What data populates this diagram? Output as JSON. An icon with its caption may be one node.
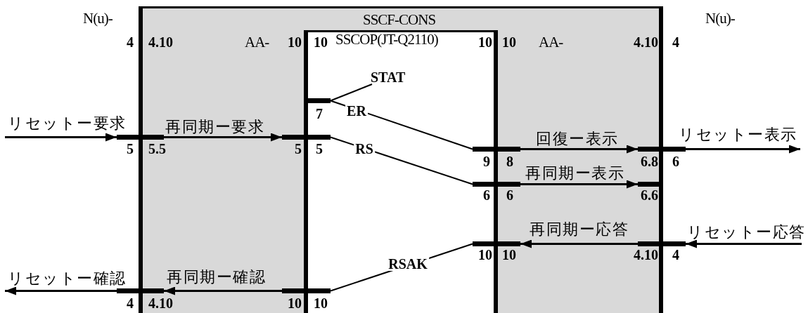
{
  "diagram": {
    "nodes": [
      {
        "text": [
          "SSCF-CONS"
        ]
      },
      {
        "text": [
          "SSCOP(JT-Q2110)"
        ],
        "in": 0
      },
      {
        "text": [
          "STAT"
        ],
        "in": 1
      },
      {
        "text": [],
        "shape": "bar",
        "in": 1
      },
      {
        "text": [],
        "shape": "bar"
      },
      {
        "text": [],
        "shape": "bar",
        "in": 0
      },
      {
        "text": [],
        "shape": "bar",
        "in": 0
      },
      {
        "text": [],
        "shape": "bar"
      },
      {
        "text": [],
        "shape": "bar",
        "in": 0
      },
      {
        "text": [],
        "shape": "bar",
        "in": 0
      },
      {
        "text": [],
        "shape": "bar",
        "in": 0
      },
      {
        "text": [],
        "shape": "bar"
      },
      {
        "text": [],
        "shape": "bar"
      },
      {
        "text": [],
        "shape": "bar",
        "in": 0
      }
    ],
    "edges": [
      {
        "from": 3,
        "to": 2,
        "arrow": "none"
      },
      {
        "from": 3,
        "to": 6,
        "arrow": "none",
        "label": "ER"
      },
      {
        "from": null,
        "to": 4,
        "arrow": "to",
        "label": "リセットー要求"
      },
      {
        "from": 4,
        "to": 5,
        "arrow": "to",
        "label": "再同期ー要求"
      },
      {
        "from": 5,
        "to": 8,
        "arrow": "none",
        "label": "RS"
      },
      {
        "from": 6,
        "to": 7,
        "arrow": "to",
        "label": "回復ー表示"
      },
      {
        "from": 7,
        "to": null,
        "arrow": "to",
        "label": "リセットー表示"
      },
      {
        "from": 8,
        "to": 9,
        "arrow": "to",
        "label": "再同期ー表示"
      },
      {
        "from": null,
        "to": 11,
        "arrow": "to",
        "label": "リセットー応答"
      },
      {
        "from": 11,
        "to": 10,
        "arrow": "to",
        "label": "再同期ー応答"
      },
      {
        "from": 10,
        "to": 13,
        "arrow": "none",
        "label": "RSAK"
      },
      {
        "from": 13,
        "to": 12,
        "arrow": "to",
        "label": "再同期ー確認"
      },
      {
        "from": 12,
        "to": null,
        "arrow": "to",
        "label": "リセットー確認"
      }
    ],
    "labels": [
      "N(u)-",
      "N(u)-",
      "4",
      "4.10",
      "AA-",
      "10",
      "10",
      "10",
      "10",
      "AA-",
      "4.10",
      "4",
      "7",
      "5",
      "5.5",
      "5",
      "5",
      "9",
      "8",
      "6.8",
      "6",
      "6",
      "6",
      "6.6",
      "10",
      "10",
      "4.10",
      "4",
      "4",
      "4.10",
      "10",
      "10"
    ]
  }
}
